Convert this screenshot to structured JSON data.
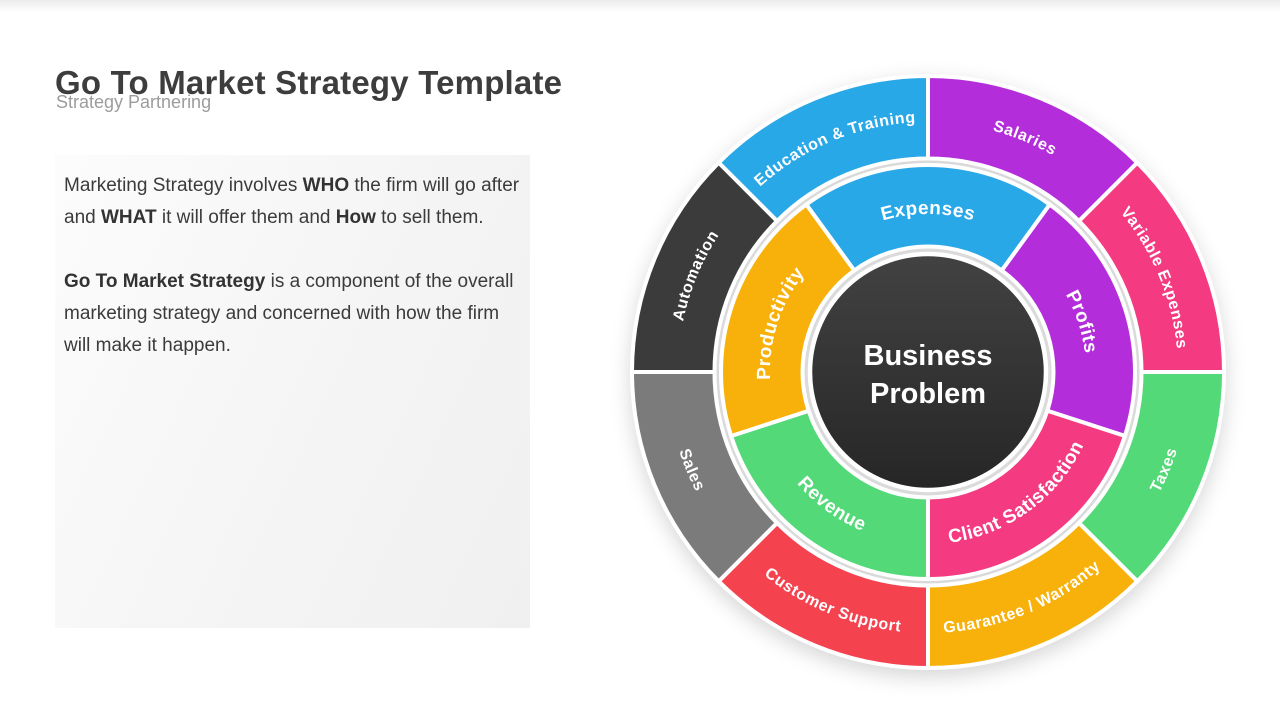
{
  "slide": {
    "title": "Go To Market Strategy Template",
    "subtitle": "Strategy Partnering"
  },
  "textbox": {
    "p1": {
      "s0": "Marketing Strategy involves ",
      "s1": "WHO",
      "s2": " the firm will go after and ",
      "s3": "WHAT",
      "s4": " it will offer them and ",
      "s5": "How",
      "s6": " to sell them."
    },
    "p2": {
      "s0": "Go To Market Strategy",
      "s1": " is a component of the overall marketing strategy and concerned with how the firm will make it happen."
    }
  },
  "diagram": {
    "center": {
      "line1": "Business",
      "line2": "Problem",
      "color_top": "#424242",
      "color_bottom": "#262626"
    },
    "outer_ring": [
      {
        "label": "Education & Training",
        "color": "#29A8E8",
        "start": 90,
        "end": 135
      },
      {
        "label": "Salaries",
        "color": "#B32DDA",
        "start": 45,
        "end": 90
      },
      {
        "label": "Variable Expenses",
        "color": "#F43A80",
        "start": 0,
        "end": 45
      },
      {
        "label": "Taxes",
        "color": "#53D977",
        "start": -45,
        "end": 0
      },
      {
        "label": "Guarantee / Warranty",
        "color": "#F7B10A",
        "start": -90,
        "end": -45
      },
      {
        "label": "Customer Support",
        "color": "#F4424F",
        "start": -135,
        "end": -90
      },
      {
        "label": "Sales",
        "color": "#7B7B7B",
        "start": -180,
        "end": -135
      },
      {
        "label": "Automation",
        "color": "#3B3B3B",
        "start": 135,
        "end": 180
      }
    ],
    "inner_ring": [
      {
        "label": "Expenses",
        "color": "#29A8E8",
        "start": 54,
        "end": 126
      },
      {
        "label": "Profits",
        "color": "#B32DDA",
        "start": -18,
        "end": 54
      },
      {
        "label": "Client Satisfaction",
        "color": "#F43A80",
        "start": -90,
        "end": -18
      },
      {
        "label": "Revenue",
        "color": "#53D977",
        "start": -162,
        "end": -90
      },
      {
        "label": "Productivity",
        "color": "#F7B10A",
        "start": 126,
        "end": 198
      }
    ]
  }
}
